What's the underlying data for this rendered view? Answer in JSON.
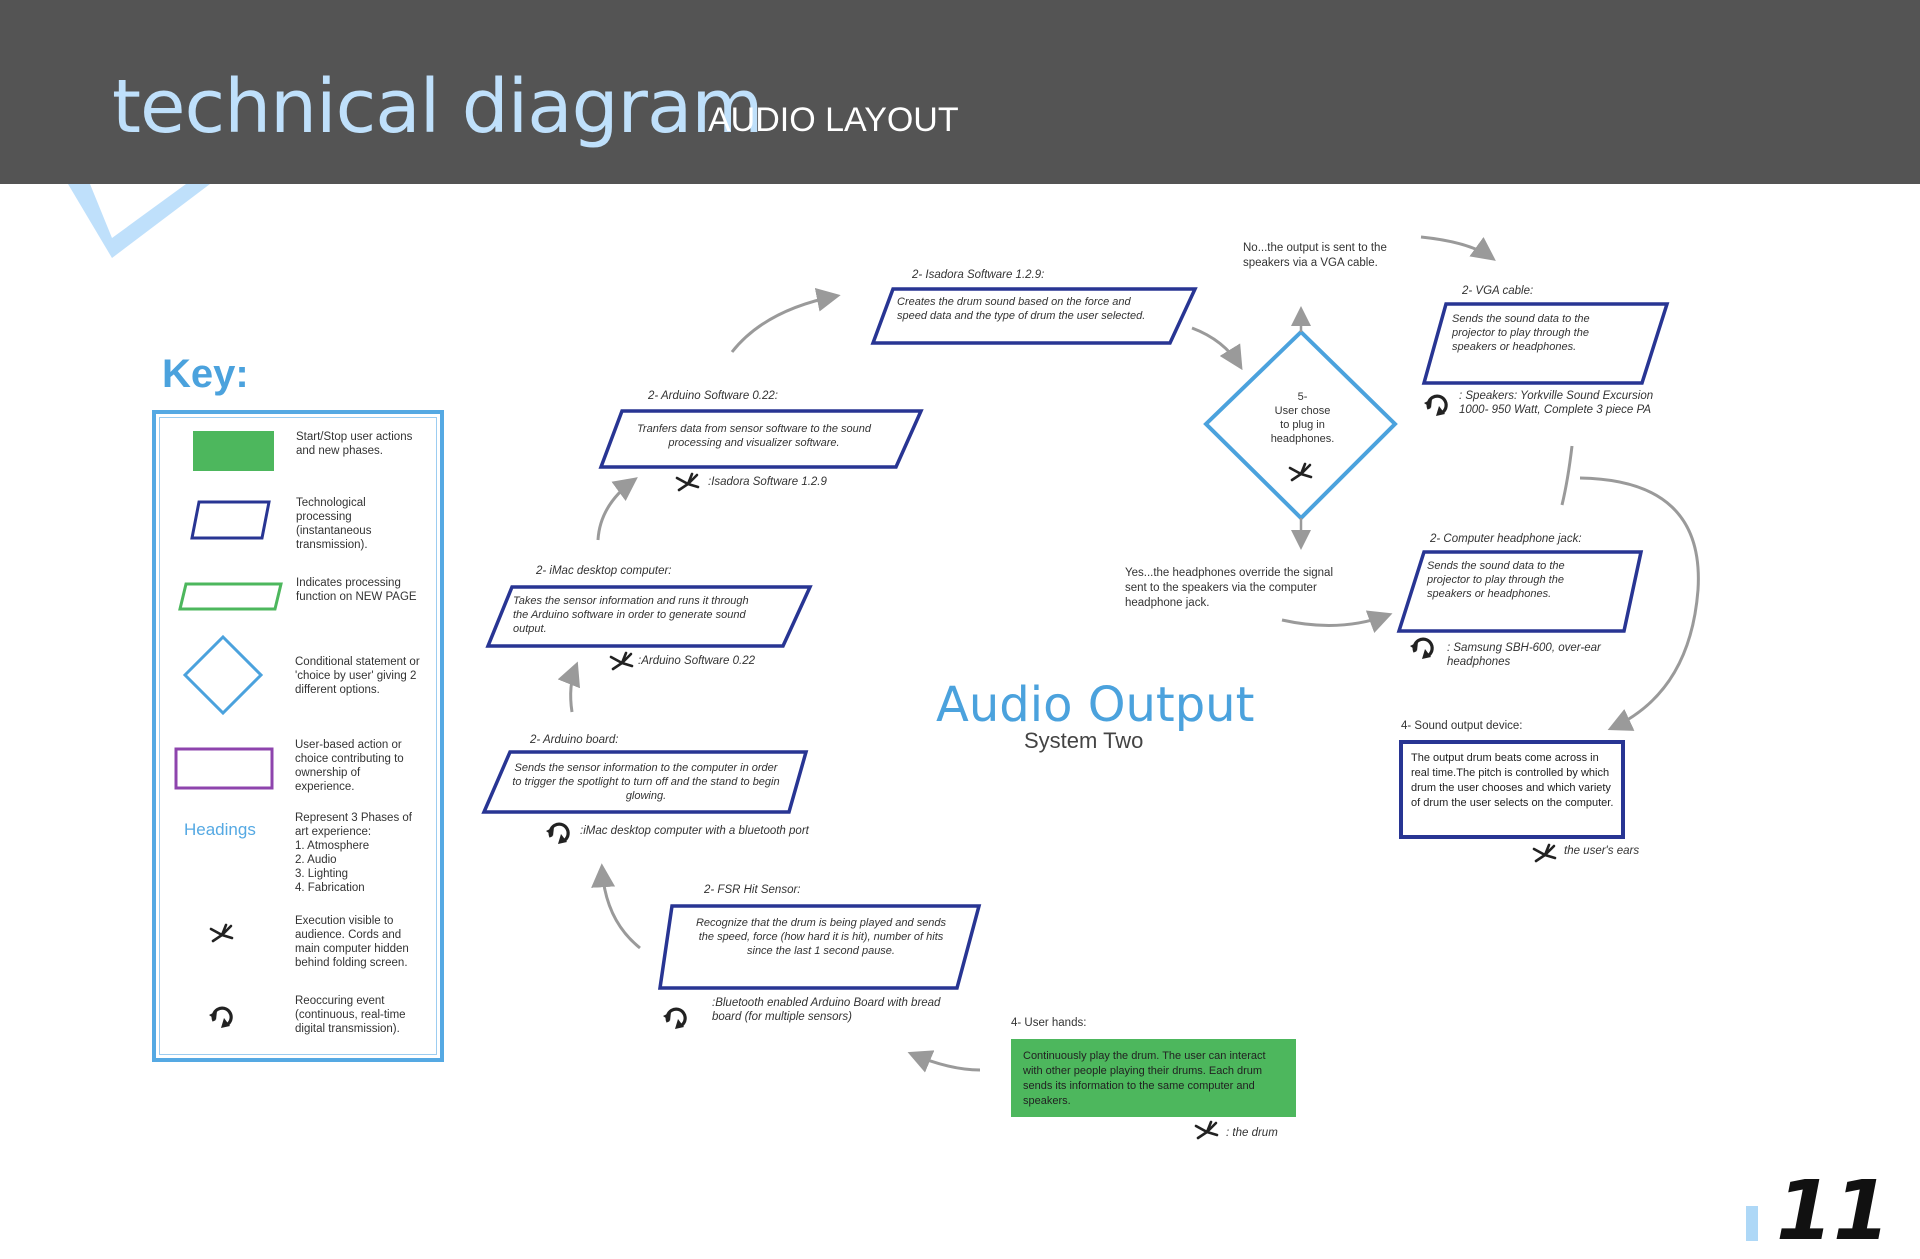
{
  "header": {
    "title": "technical diagram",
    "subtitle": "AUDIO LAYOUT"
  },
  "key": {
    "title": "Key:",
    "items": [
      {
        "shape": "green-rect",
        "text": "Start/Stop user actions\nand new phases."
      },
      {
        "shape": "blue-parallelogram",
        "text": "Technological\nprocessing\n(instantaneous\ntransmission)."
      },
      {
        "shape": "green-parallelogram",
        "text": "Indicates processing\nfunction on NEW PAGE"
      },
      {
        "shape": "blue-diamond",
        "text": "Conditional statement or\n'choice by user' giving 2\ndifferent options."
      },
      {
        "shape": "purple-rect",
        "text": "User-based action or\nchoice contributing to\nownership of\nexperience."
      },
      {
        "shape": "headings-label",
        "label": "Headings",
        "text": "Represent 3 Phases of\nart experience:\n1. Atmosphere\n2. Audio\n3. Lighting\n4. Fabrication"
      },
      {
        "shape": "execution-icon",
        "text": "Execution visible to\naudience. Cords and\nmain computer hidden\nbehind folding screen."
      },
      {
        "shape": "recurring-icon",
        "text": "Reoccuring event\n(continuous, real-time\ndigital transmission)."
      }
    ]
  },
  "center": {
    "title": "Audio Output",
    "subtitle": "System Two"
  },
  "nodes": {
    "user_hands": {
      "label": "4- User hands:",
      "text": "Continuously play the drum. The user can interact with other people playing their drums. Each drum sends its information to the same computer and speakers.",
      "sub": ": the drum"
    },
    "fsr": {
      "label": "2- FSR Hit Sensor:",
      "text": "Recognize that the drum is being played and sends the speed, force (how hard it is hit), number of hits since the last 1 second pause.",
      "sub": ":Bluetooth enabled Arduino Board with bread board (for multiple sensors)"
    },
    "arduino_board": {
      "label": "2- Arduino board:",
      "text": "Sends the sensor information to the computer in order to trigger the spotlight to turn off and the stand to begin glowing.",
      "sub": ":iMac desktop computer with a bluetooth port"
    },
    "imac": {
      "label": "2- iMac desktop computer:",
      "text": "Takes the sensor information and runs it through the Arduino software in order to generate sound output.",
      "sub": ":Arduino Software 0.22"
    },
    "arduino_software": {
      "label": "2- Arduino Software 0.22:",
      "text": "Tranfers data from sensor software to the sound processing and visualizer software.",
      "sub": ":Isadora Software 1.2.9"
    },
    "isadora": {
      "label": "2- Isadora Software 1.2.9:",
      "text": "Creates the drum sound based on the force and speed data and the type of drum the user selected."
    },
    "decision": {
      "text": "5-\nUser chose\nto plug in\nheadphones.",
      "no_note": "No...the output is sent to the speakers via a VGA cable.",
      "yes_note": "Yes...the headphones override the signal sent to the speakers via the computer headphone jack."
    },
    "vga": {
      "label": "2- VGA cable:",
      "text": "Sends the sound data to the projector to play through the speakers or headphones.",
      "sub": ": Speakers: Yorkville Sound Excursion 1000- 950 Watt, Complete 3 piece PA"
    },
    "headphone_jack": {
      "label": "2- Computer headphone jack:",
      "text": "Sends the sound data to the projector to play through the speakers or headphones.",
      "sub": ": Samsung SBH-600, over-ear headphones"
    },
    "sound_output": {
      "label": "4- Sound output device:",
      "text": "The output drum beats come across in real time.The pitch is controlled by which drum the user chooses and which variety of drum the user selects on the computer.",
      "sub": "the user's ears"
    }
  },
  "page_number": "11",
  "colors": {
    "header_bg": "#545454",
    "accent_blue": "#4ba2dd",
    "node_blue": "#283593",
    "start_green": "#4db75d",
    "user_purple": "#8e44ad",
    "arrow_gray": "#9a9a9a"
  },
  "icons": [
    "execution-icon",
    "recurring-icon"
  ]
}
